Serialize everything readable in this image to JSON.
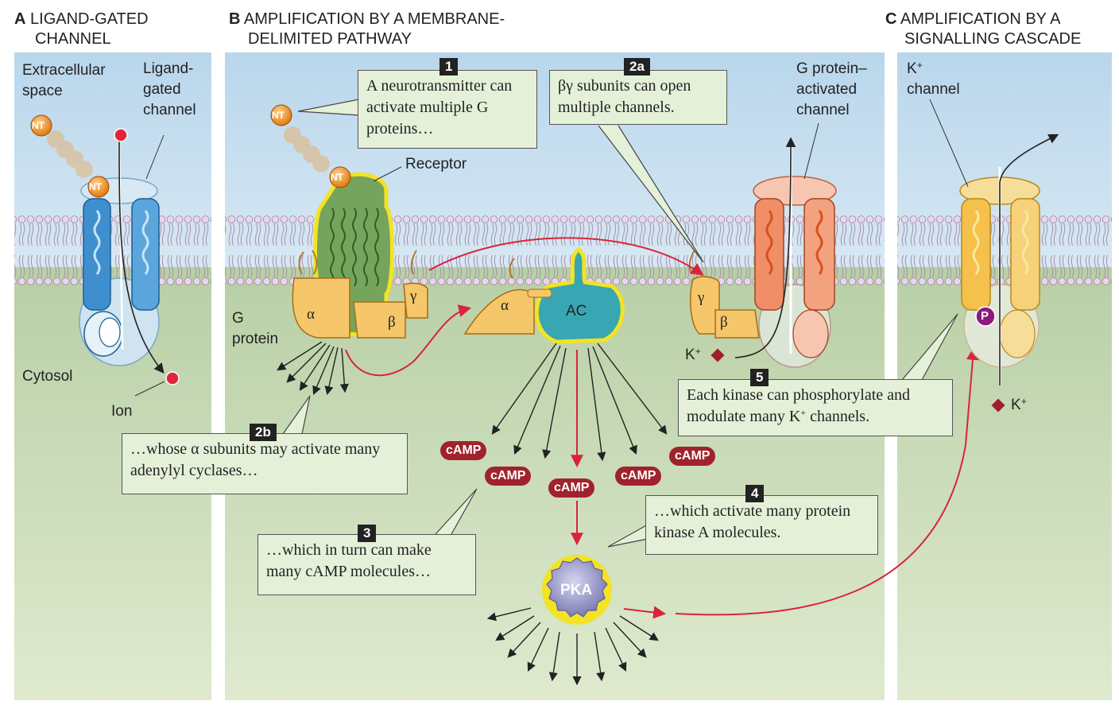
{
  "panels": {
    "a": {
      "letter": "A",
      "title_line1": "LIGAND-GATED",
      "title_line2": "CHANNEL"
    },
    "b": {
      "letter": "B",
      "title_line1": "AMPLIFICATION BY A MEMBRANE-",
      "title_line2": "DELIMITED PATHWAY"
    },
    "c": {
      "letter": "C",
      "title_line1": "AMPLIFICATION BY A",
      "title_line2": "SIGNALLING CASCADE"
    }
  },
  "labels": {
    "extracellular": "Extracellular space",
    "ligand_gated_channel": "Ligand- gated channel",
    "cytosol": "Cytosol",
    "ion": "Ion",
    "receptor": "Receptor",
    "g_protein": "G protein",
    "g_protein_activated_channel": "G protein– activated channel",
    "k_base": "K",
    "k_sup": "+",
    "k_channel": "channel",
    "nt": "NT",
    "ac": "AC",
    "pka": "PKA",
    "p": "P",
    "alpha": "α",
    "beta": "β",
    "gamma": "γ"
  },
  "callouts": [
    {
      "id": "1",
      "text": "A neurotransmitter can activate multiple G proteins…"
    },
    {
      "id": "2a",
      "text": "βγ subunits can open multiple channels."
    },
    {
      "id": "2b",
      "text": "…whose α subunits may activate many adenylyl cyclases…"
    },
    {
      "id": "3",
      "text": "…which in turn can make many cAMP molecules…"
    },
    {
      "id": "4",
      "text": "…which activate many protein kinase A molecules."
    },
    {
      "id": "5",
      "text_pre": "Each kinase can phosphorylate and modulate many K",
      "text_sup": "+",
      "text_post": " channels."
    }
  ],
  "camp_label": "cAMP",
  "colors": {
    "sky": "#c5dced",
    "cytosol": "#c9dcb8",
    "callout_fill": "#e5f0d8",
    "camp_fill": "#a0222d",
    "nt_fill": "#f29a2e",
    "receptor_fill": "#76a45c",
    "receptor_outline": "#f2e325",
    "g_protein_fill": "#f6c66a",
    "ac_fill": "#38a7b3",
    "pka_fill": "#9a9acb",
    "ligand_channel_fill": "#3f8fcf",
    "g_channel_fill": "#ef8e67",
    "k_channel_fill": "#f5c04b",
    "arrow_red": "#d8243b",
    "k_ion": "#a01c2e",
    "phosphate": "#8c1a7c"
  }
}
